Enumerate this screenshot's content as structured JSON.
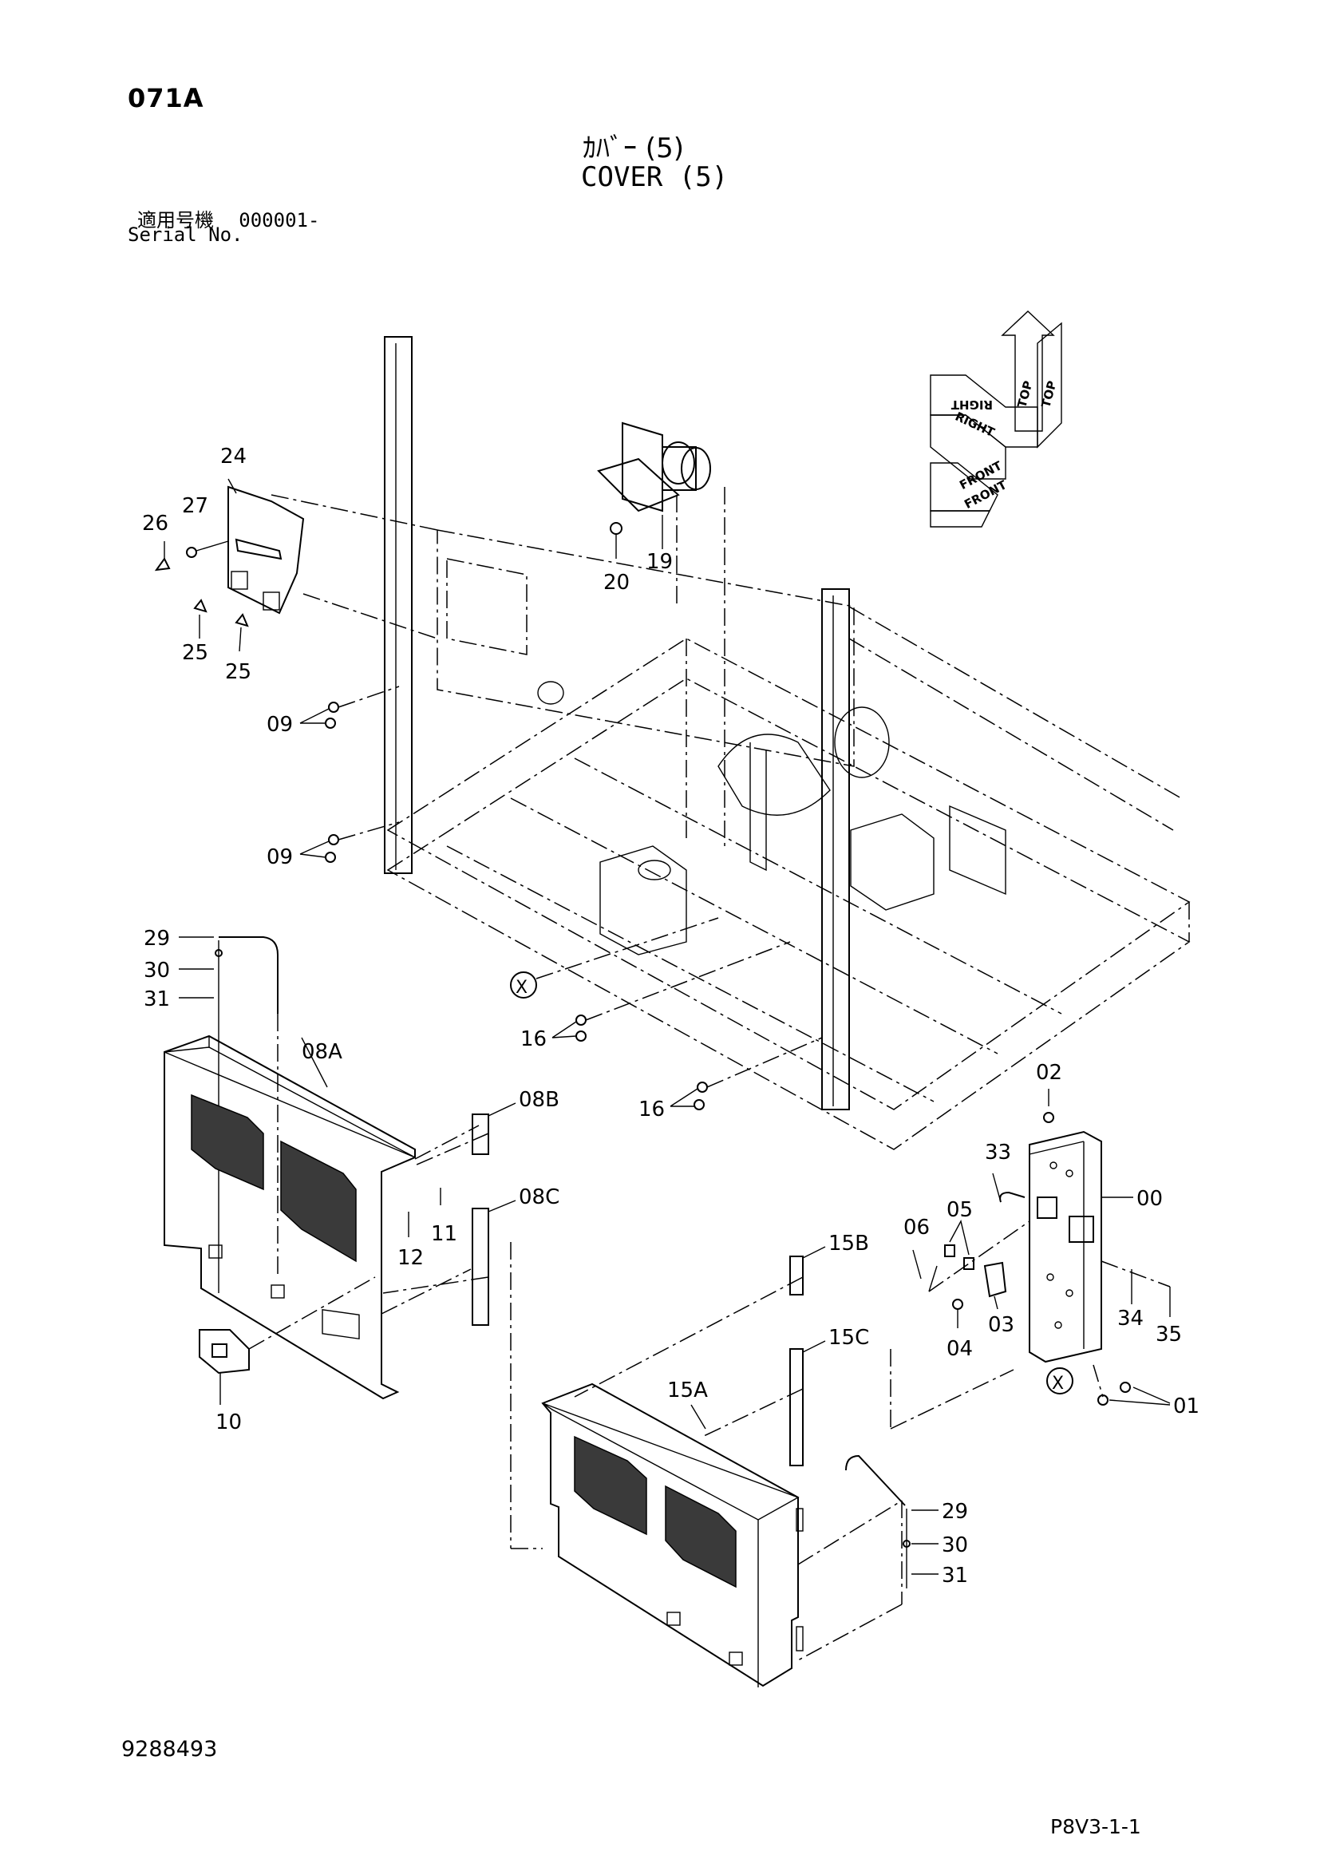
{
  "header": {
    "page_code": "071A",
    "title_jp": "ｶﾊﾞｰ (5)",
    "title_en": "COVER (5)",
    "serial_label_jp": "適用号機",
    "serial_range": "000001-",
    "serial_label_en": "Serial No."
  },
  "orientation_labels": {
    "top": "TOP",
    "right": "RIGHT",
    "front": "FRONT"
  },
  "callouts": {
    "c00": "00",
    "c01": "01",
    "c02": "02",
    "c03": "03",
    "c04": "04",
    "c05": "05",
    "c06": "06",
    "c08A": "08A",
    "c08B": "08B",
    "c08C": "08C",
    "c09a": "09",
    "c09b": "09",
    "c10": "10",
    "c11": "11",
    "c12": "12",
    "c15A": "15A",
    "c15B": "15B",
    "c15C": "15C",
    "c16a": "16",
    "c16b": "16",
    "c19": "19",
    "c20": "20",
    "c24": "24",
    "c25a": "25",
    "c25b": "25",
    "c26": "26",
    "c27": "27",
    "c29a": "29",
    "c29b": "29",
    "c30a": "30",
    "c30b": "30",
    "c31a": "31",
    "c31b": "31",
    "c33": "33",
    "c34": "34",
    "c35": "35"
  },
  "reference_marks": {
    "x1": "X",
    "x2": "X"
  },
  "footer": {
    "document_number": "9288493",
    "sheet_reference": "P8V3-1-1"
  }
}
